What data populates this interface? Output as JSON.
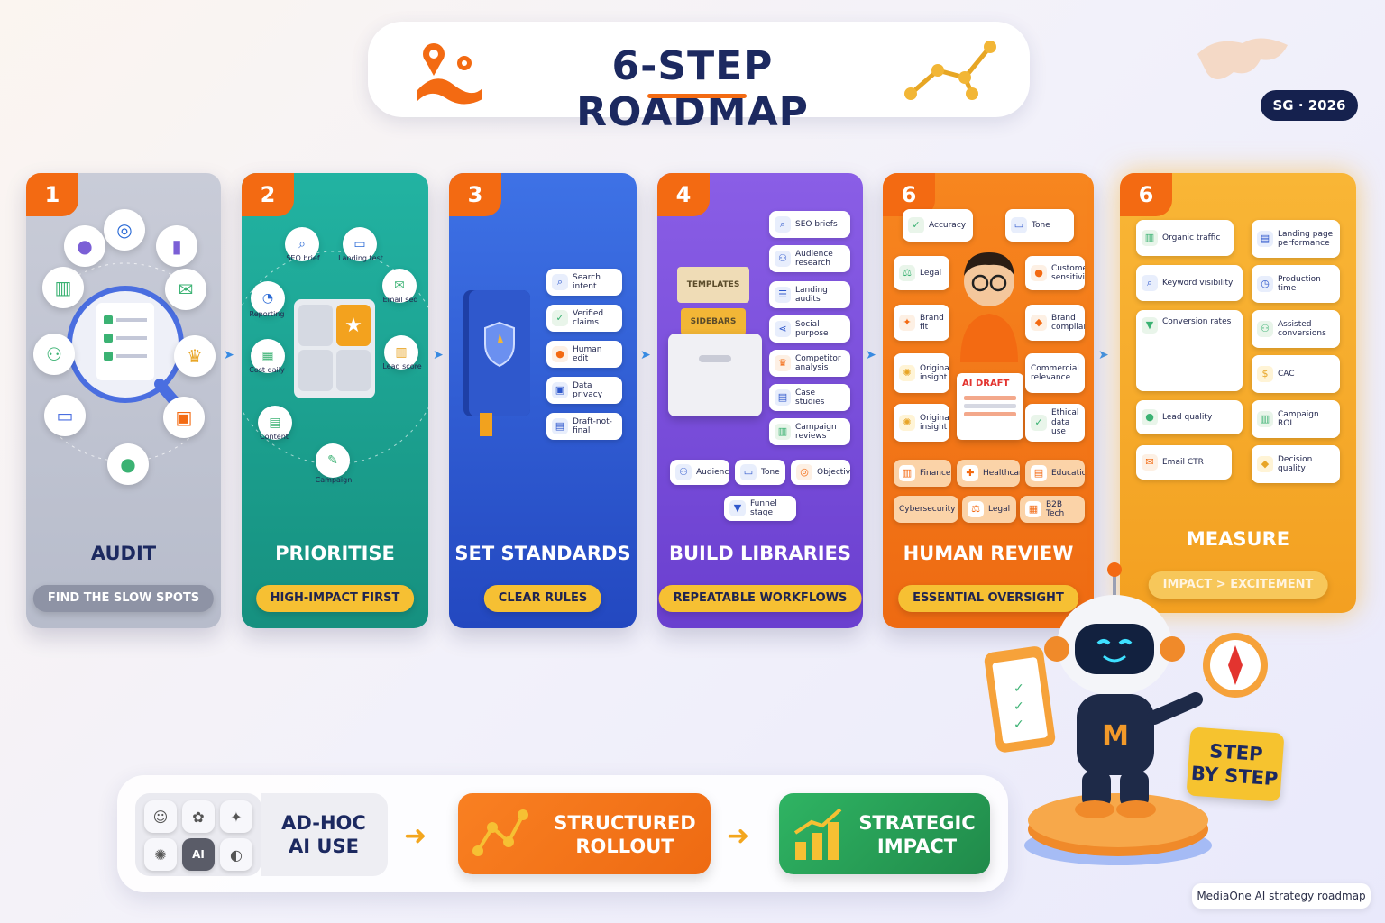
{
  "header": {
    "title": "6-STEP ROADMAP",
    "badge": "SG · 2026"
  },
  "colors": {
    "orange": "#f36a12",
    "navy": "#1c2960",
    "yellow": "#f6c033",
    "teal": "#1fa89a",
    "blue": "#2f5ed6",
    "purple": "#7a4fdc",
    "green": "#2aa457"
  },
  "steps": [
    {
      "num": "1",
      "title": "AUDIT",
      "pill": "FIND THE SLOW SPOTS"
    },
    {
      "num": "2",
      "title": "PRIORITISE",
      "pill": "HIGH-IMPACT FIRST",
      "labels": [
        "SEO brief",
        "Landing test",
        "Email seq",
        "Lead score",
        "Campaign",
        "Content",
        "Cost daily",
        "Reporting"
      ]
    },
    {
      "num": "3",
      "title": "SET STANDARDS",
      "pill": "CLEAR RULES",
      "chips": [
        "Search intent",
        "Verified claims",
        "Human edit",
        "Data privacy",
        "Draft-not-final"
      ]
    },
    {
      "num": "4",
      "title": "BUILD LIBRARIES",
      "pill": "REPEATABLE WORKFLOWS",
      "drawer_label": "TEMPLATES",
      "card_label": "SIDEBARS",
      "chips": [
        "SEO briefs",
        "Audience research",
        "Landing audits",
        "Social purpose",
        "Competitor analysis",
        "Case studies",
        "Campaign reviews"
      ],
      "bottom_chips": [
        "Audience",
        "Tone",
        "Objective",
        "Funnel stage"
      ]
    },
    {
      "num": "6",
      "title": "HUMAN REVIEW",
      "pill": "ESSENTIAL OVERSIGHT",
      "draft_label": "AI DRAFT",
      "chips": [
        "Accuracy",
        "Tone",
        "Legal",
        "Customer sensitivity",
        "Brand fit",
        "Brand compliance",
        "Original insight",
        "Commercial relevance",
        "Original insight",
        "Ethical data use"
      ],
      "bottom_chips": [
        "Finance",
        "Healthcare",
        "Education",
        "Cybersecurity",
        "Legal",
        "B2B Tech"
      ]
    },
    {
      "num": "6",
      "title": "MEASURE",
      "pill": "IMPACT > EXCITEMENT",
      "chips": [
        "Organic traffic",
        "Landing page performance",
        "Keyword visibility",
        "Production time",
        "Conversion rates",
        "Assisted conversions",
        "CAC",
        "Lead quality",
        "Campaign ROI",
        "Email CTR",
        "Decision quality"
      ]
    }
  ],
  "bottom_flow": {
    "ai_icons": [
      "AI"
    ],
    "stage1": "AD-HOC AI USE",
    "stage2": "STRUCTURED ROLLOUT",
    "stage3": "STRATEGIC IMPACT"
  },
  "mascot": {
    "letter": "M",
    "tag": "STEP BY STEP"
  },
  "footer": "MediaOne AI strategy roadmap"
}
